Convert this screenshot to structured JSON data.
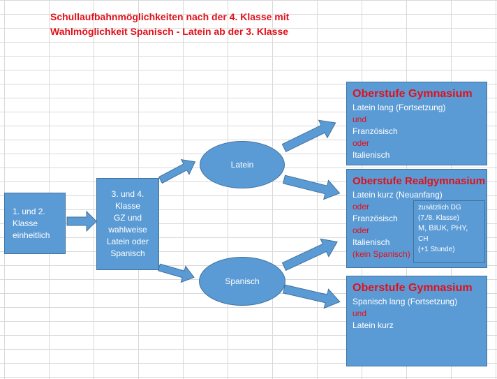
{
  "title": {
    "line1": "Schullaufbahnmöglichkeiten nach der 4. Klasse mit",
    "line2": "Wahlmöglichkeit Spanisch - Latein ab der 3. Klasse"
  },
  "box_12": {
    "lines": [
      "1. und 2.",
      "Klasse",
      "einheitlich"
    ]
  },
  "box_34": {
    "lines": [
      "3. und 4.",
      "Klasse",
      "GZ und",
      "wahlweise",
      "Latein oder",
      "Spanisch"
    ]
  },
  "latein": {
    "label": "Latein"
  },
  "spanisch": {
    "label": "Spanisch"
  },
  "gym1": {
    "heading": "Oberstufe Gymnasium",
    "lines": [
      "Latein lang (Fortsetzung)",
      "und",
      "Französisch",
      "oder",
      "Italienisch"
    ]
  },
  "realgym": {
    "heading": "Oberstufe Realgymnasium",
    "lines": [
      "Latein kurz (Neuanfang)",
      "oder",
      "Französisch",
      "oder",
      "Italienisch",
      "(kein Spanisch)"
    ]
  },
  "zusatz": {
    "lines": [
      "zusätzlich DG",
      "(7./8. Klasse)",
      "M, BIUK, PHY,",
      "CH",
      "(+1 Stunde)"
    ]
  },
  "gym2": {
    "heading": "Oberstufe Gymnasium",
    "lines": [
      "Spanisch lang (Fortsetzung)",
      "und",
      "Latein kurz"
    ]
  },
  "colors": {
    "shape_fill": "#5b9bd5",
    "shape_border": "#41719c",
    "accent_red": "#e0101a"
  }
}
